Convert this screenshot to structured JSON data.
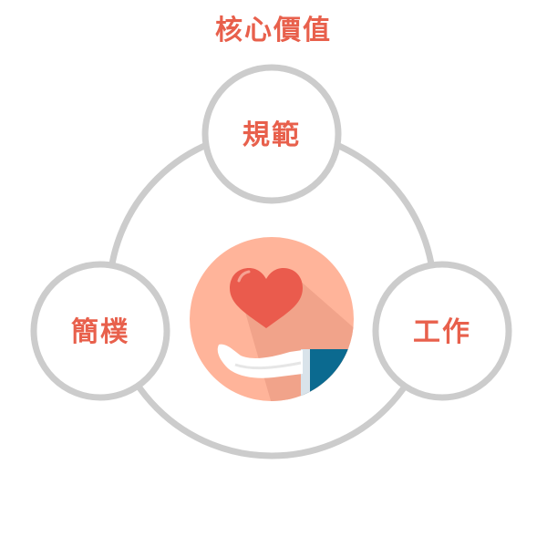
{
  "title": "核心價值",
  "nodes": {
    "top": "規範",
    "left": "簡樸",
    "right": "工作"
  },
  "colors": {
    "accent": "#e8604c",
    "ring": "#cccccc",
    "center_bg": "#ffb49a",
    "heart": "#ea5b4d",
    "sleeve": "#0b6a90"
  },
  "icons": {
    "center": "heart-in-hand-icon"
  }
}
